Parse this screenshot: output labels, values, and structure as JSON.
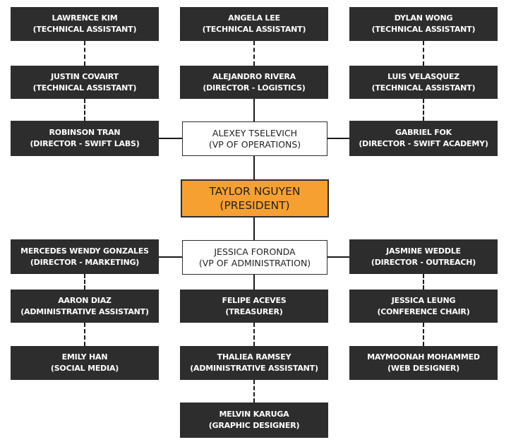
{
  "president": {
    "name": "TAYLOR NGUYEN",
    "title": "(PRESIDENT)"
  },
  "vp_operations": {
    "name": "ALEXEY TSELEVICH",
    "title": "(VP OF OPERATIONS)"
  },
  "vp_administration": {
    "name": "JESSICA FORONDA",
    "title": "(VP OF ADMINISTRATION)"
  },
  "operations": {
    "left": [
      {
        "name": "LAWRENCE KIM",
        "title": "(TECHNICAL ASSISTANT)"
      },
      {
        "name": "JUSTIN COVAIRT",
        "title": "(TECHNICAL ASSISTANT)"
      },
      {
        "name": "ROBINSON TRAN",
        "title": "(DIRECTOR - SWIFT LABS)"
      }
    ],
    "center": [
      {
        "name": "ANGELA LEE",
        "title": "(TECHNICAL ASSISTANT)"
      },
      {
        "name": "ALEJANDRO RIVERA",
        "title": "(DIRECTOR - LOGISTICS)"
      }
    ],
    "right": [
      {
        "name": "DYLAN WONG",
        "title": "(TECHNICAL ASSISTANT)"
      },
      {
        "name": "LUIS VELASQUEZ",
        "title": "(TECHNICAL ASSISTANT)"
      },
      {
        "name": "GABRIEL FOK",
        "title": "(DIRECTOR - SWIFT ACADEMY)"
      }
    ]
  },
  "administration": {
    "left": [
      {
        "name": "MERCEDES WENDY GONZALES",
        "title": "(DIRECTOR - MARKETING)"
      },
      {
        "name": "AARON DIAZ",
        "title": "(ADMINISTRATIVE ASSISTANT)"
      },
      {
        "name": "EMILY HAN",
        "title": "(SOCIAL MEDIA)"
      }
    ],
    "center": [
      {
        "name": "FELIPE ACEVES",
        "title": "(TREASURER)"
      },
      {
        "name": "THALIEA RAMSEY",
        "title": "(ADMINISTRATIVE ASSISTANT)"
      },
      {
        "name": "MELVIN KARUGA",
        "title": "(GRAPHIC DESIGNER)"
      }
    ],
    "right": [
      {
        "name": "JASMINE WEDDLE",
        "title": "(DIRECTOR - OUTREACH)"
      },
      {
        "name": "JESSICA LEUNG",
        "title": "(CONFERENCE CHAIR)"
      },
      {
        "name": "MAYMOONAH MOHAMMED",
        "title": "(WEB DESIGNER)"
      }
    ]
  },
  "colors": {
    "dark_box": "#2d2d2d",
    "president_fill": "#f7a032",
    "line": "#1a1a1a"
  }
}
